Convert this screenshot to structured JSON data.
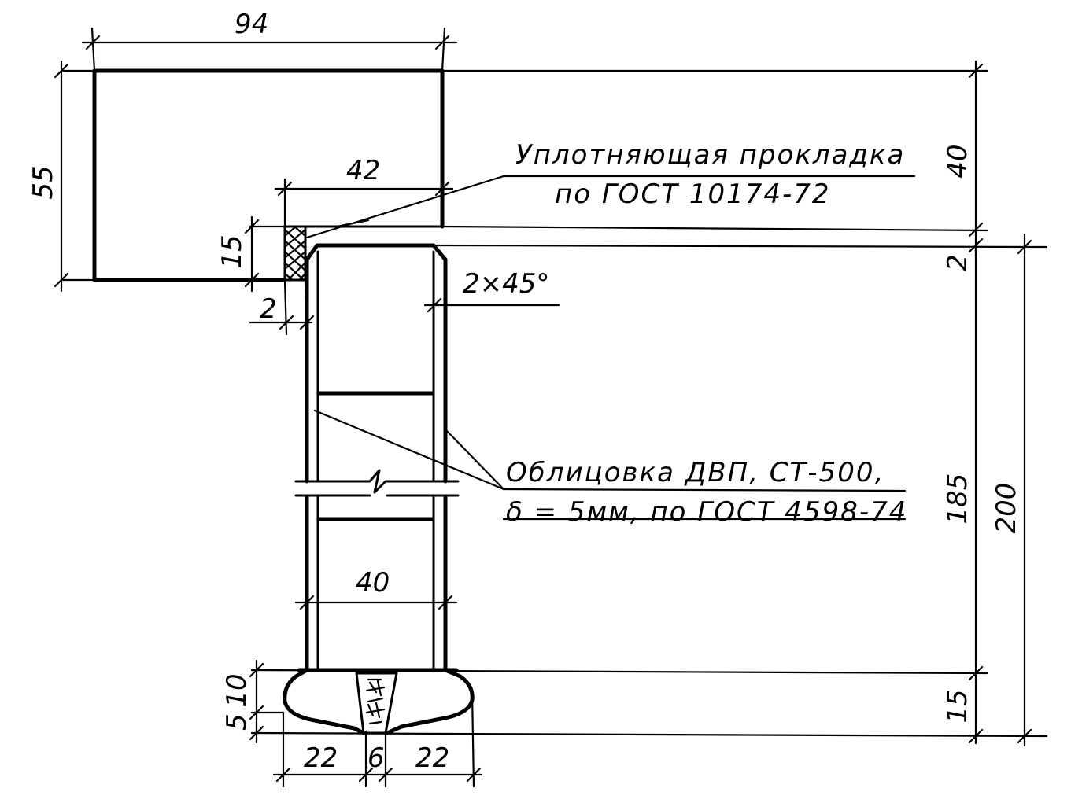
{
  "notes": {
    "gasket_line1": "Уплотняющая прокладка",
    "gasket_line2": "по ГОСТ 10174-72",
    "facing_line1": "Облицовка ДВП, СТ-500,",
    "facing_line2": "δ = 5мм, по ГОСТ 4598-74"
  },
  "dimensions": {
    "top_width": "94",
    "top_height": "55",
    "right_upper": "40",
    "frame_width": "42",
    "gasket_height": "15",
    "gasket_gap": "2",
    "gap_right": "2",
    "chamfer": "2×45°",
    "panel_width": "40",
    "panel_height": "185",
    "total_height": "200",
    "bottom_right": "15",
    "bottom_5": "5",
    "bottom_10": "10",
    "bottom_left_22": "22",
    "bottom_mid_6": "6",
    "bottom_right_22": "22"
  }
}
